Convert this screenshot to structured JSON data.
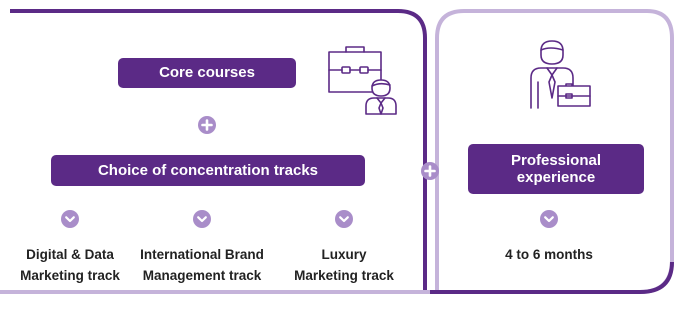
{
  "core_courses": "Core courses",
  "concentration_tracks": "Choice of concentration tracks",
  "professional_experience": {
    "line1": "Professional",
    "line2": "experience"
  },
  "tracks": [
    {
      "line1": "Digital & Data",
      "line2": "Marketing track"
    },
    {
      "line1": "International Brand",
      "line2": "Management track"
    },
    {
      "line1": "Luxury",
      "line2": "Marketing track"
    }
  ],
  "duration": "4 to 6 months",
  "colors": {
    "primary": "#5b2a86",
    "light": "#c5b3da",
    "circle": "#a98dc9"
  },
  "icons": [
    "briefcase-person-icon",
    "businessman-icon",
    "plus-icon",
    "chevron-down-icon"
  ]
}
